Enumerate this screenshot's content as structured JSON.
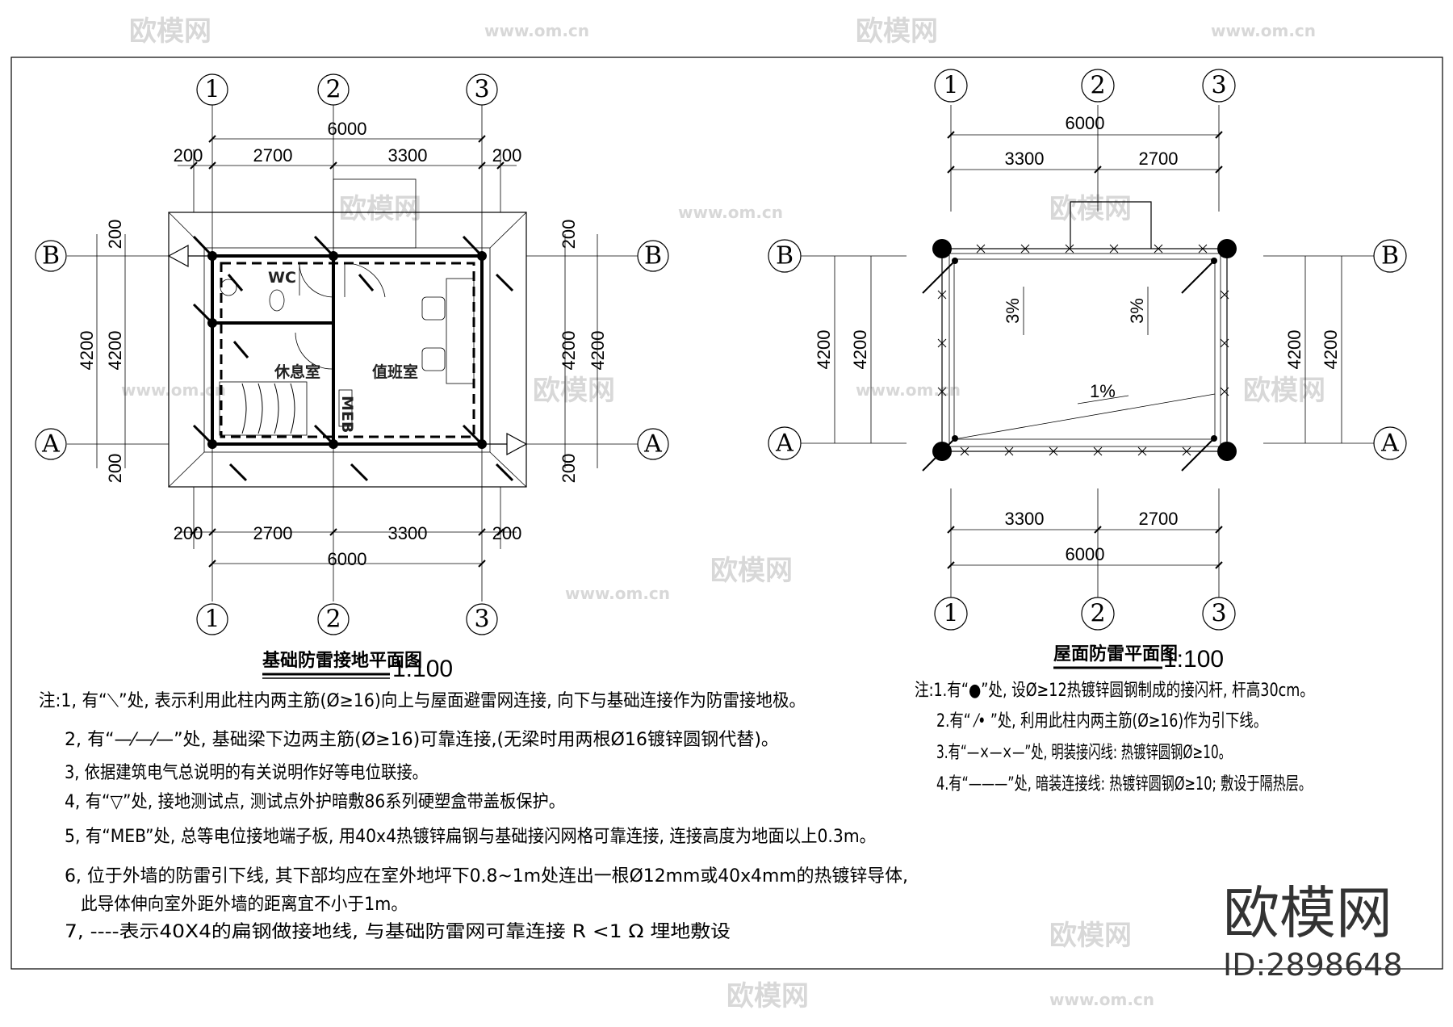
{
  "watermarks": {
    "logo": "欧模网",
    "url": "www.om.cn"
  },
  "brand": {
    "logo": "欧模网",
    "id": "ID:2898648"
  },
  "left_plan": {
    "title": "基础防雷接地平面图",
    "scale": "1:100",
    "axes_x": [
      "1",
      "2",
      "3"
    ],
    "axes_y": [
      "B",
      "A"
    ],
    "dims_top_total": "6000",
    "dims_top": [
      "200",
      "2700",
      "3300",
      "200"
    ],
    "dims_bottom": [
      "200",
      "2700",
      "3300",
      "200"
    ],
    "dims_bottom_total": "6000",
    "dims_side_total": "4200",
    "dims_side_edge": "200",
    "rooms": {
      "wc": "WC",
      "rest": "休息室",
      "duty": "值班室",
      "meb": "MEB"
    },
    "notes": [
      "注:1, 有“⟍”处, 表示利用此柱内两主筋(Ø≥16)向上与屋面避雷网连接, 向下与基础连接作为防雷接地极。",
      "2, 有“—⁄—⁄—”处, 基础梁下边两主筋(Ø≥16)可靠连接,(无梁时用两根Ø16镀锌圆钢代替)。",
      "3, 依据建筑电气总说明的有关说明作好等电位联接。",
      "4, 有“▽”处, 接地测试点, 测试点外护暗敷86系列硬塑盒带盖板保护。",
      "5, 有“MEB”处, 总等电位接地端子板, 用40x4热镀锌扁钢与基础接闪网格可靠连接, 连接高度为地面以上0.3m。",
      "6, 位于外墙的防雷引下线, 其下部均应在室外地坪下0.8~1m处连出一根Ø12mm或40x4mm的热镀锌导体,",
      "此导体伸向室外距外墙的距离宜不小于1m。",
      "7, ----表示40X4的扁钢做接地线, 与基础防雷网可靠连接    R <1 Ω  埋地敷设"
    ]
  },
  "right_plan": {
    "title": "屋面防雷平面图",
    "scale": "1:100",
    "axes_x": [
      "1",
      "2",
      "3"
    ],
    "axes_y": [
      "B",
      "A"
    ],
    "dims_top_total": "6000",
    "dims_top": [
      "3300",
      "2700"
    ],
    "dims_bottom": [
      "3300",
      "2700"
    ],
    "dims_bottom_total": "6000",
    "dims_side": "4200",
    "slopes": [
      "3%",
      "3%",
      "1%"
    ],
    "notes": [
      "注:1.有“●”处, 设Ø≥12热镀锌圆钢制成的接闪杆, 杆高30cm。",
      "2.有“ ⁄• ”处, 利用此柱内两主筋(Ø≥16)作为引下线。",
      "3.有“—×—×—”处, 明装接闪线: 热镀锌圆钢Ø≥10。",
      "4.有“———”处, 暗装连接线: 热镀锌圆钢Ø≥10; 敷设于隔热层。"
    ]
  }
}
